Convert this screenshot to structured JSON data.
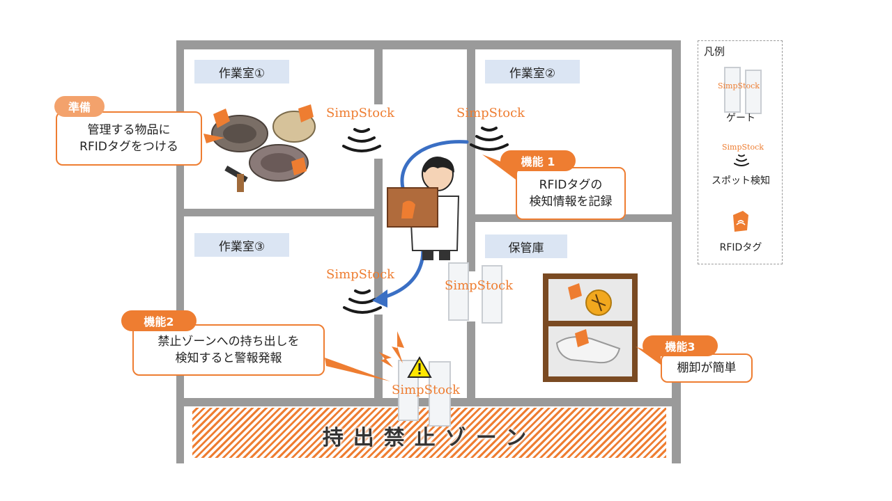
{
  "rooms": [
    {
      "label": "作業室①"
    },
    {
      "label": "作業室②"
    },
    {
      "label": "作業室③"
    },
    {
      "label": "保管庫"
    }
  ],
  "brand": "SimpStock",
  "callouts": {
    "prep": {
      "badge": "準備",
      "lines": [
        "管理する物品に",
        "RFIDタグをつける"
      ]
    },
    "feature1": {
      "badge": "機能 1",
      "lines": [
        "RFIDタグの",
        "検知情報を記録"
      ]
    },
    "feature2": {
      "badge": "機能2",
      "lines": [
        "禁止ゾーンへの持ち出しを",
        "検知すると警報発報"
      ]
    },
    "feature3": {
      "badge": "機能3",
      "lines": [
        "棚卸が簡単"
      ]
    }
  },
  "zone": {
    "label": "持出禁止ゾーン"
  },
  "legend": {
    "title": "凡例",
    "items": [
      {
        "label": "ゲート",
        "icon": "gate-icon"
      },
      {
        "label": "スポット検知",
        "icon": "spot-detector-icon"
      },
      {
        "label": "RFIDタグ",
        "icon": "rfid-tag-icon"
      }
    ]
  },
  "colors": {
    "accent": "#ee7d31",
    "wall": "#9a9a9a",
    "label_bg": "#dbe5f3",
    "arrow": "#3a6fc4"
  }
}
